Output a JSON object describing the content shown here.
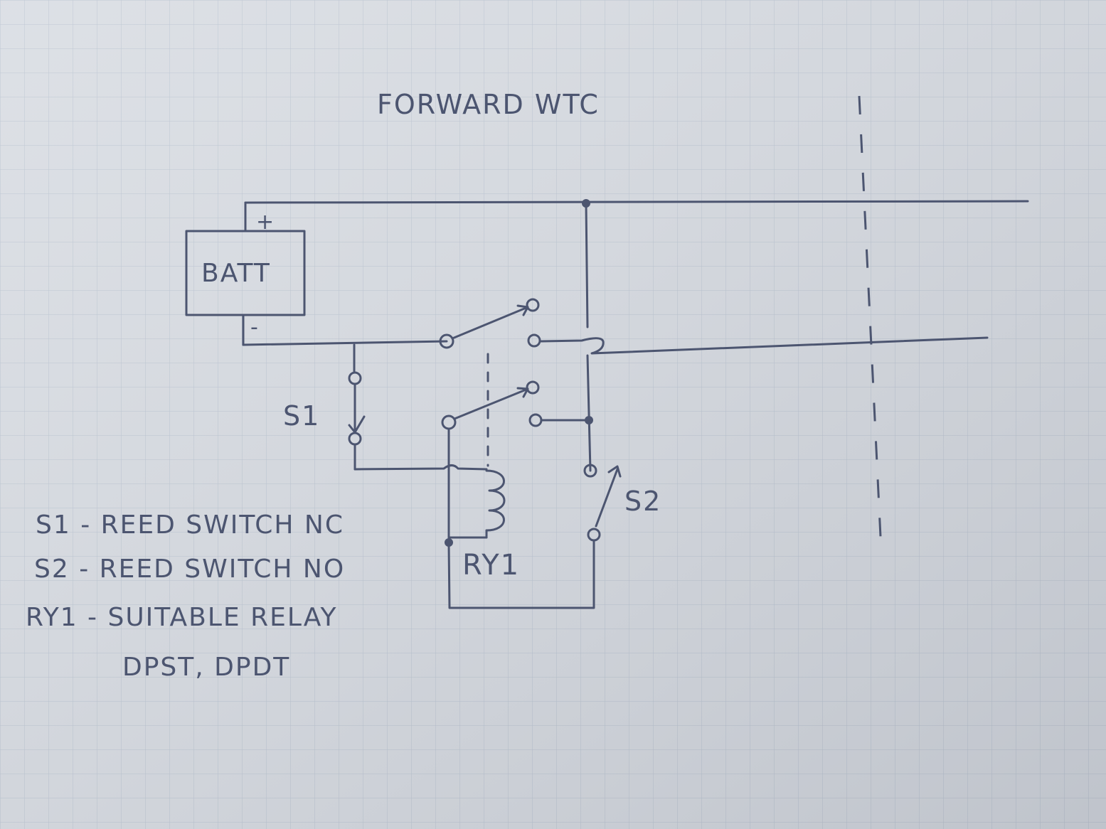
{
  "title": "FORWARD WTC",
  "battery": {
    "label": "BATT",
    "positive": "+",
    "negative": "-"
  },
  "switch_labels": {
    "s1": "S1",
    "s2": "S2",
    "relay": "RY1"
  },
  "legend": [
    "S1 - REED SWITCH NC",
    "S2 - REED SWITCH NO",
    "RY1 - SUITABLE RELAY",
    "DPST, DPDT"
  ],
  "colors": {
    "paper": "#d9dde3",
    "grid": "#b9c3d0",
    "ink": "#4c5570"
  }
}
